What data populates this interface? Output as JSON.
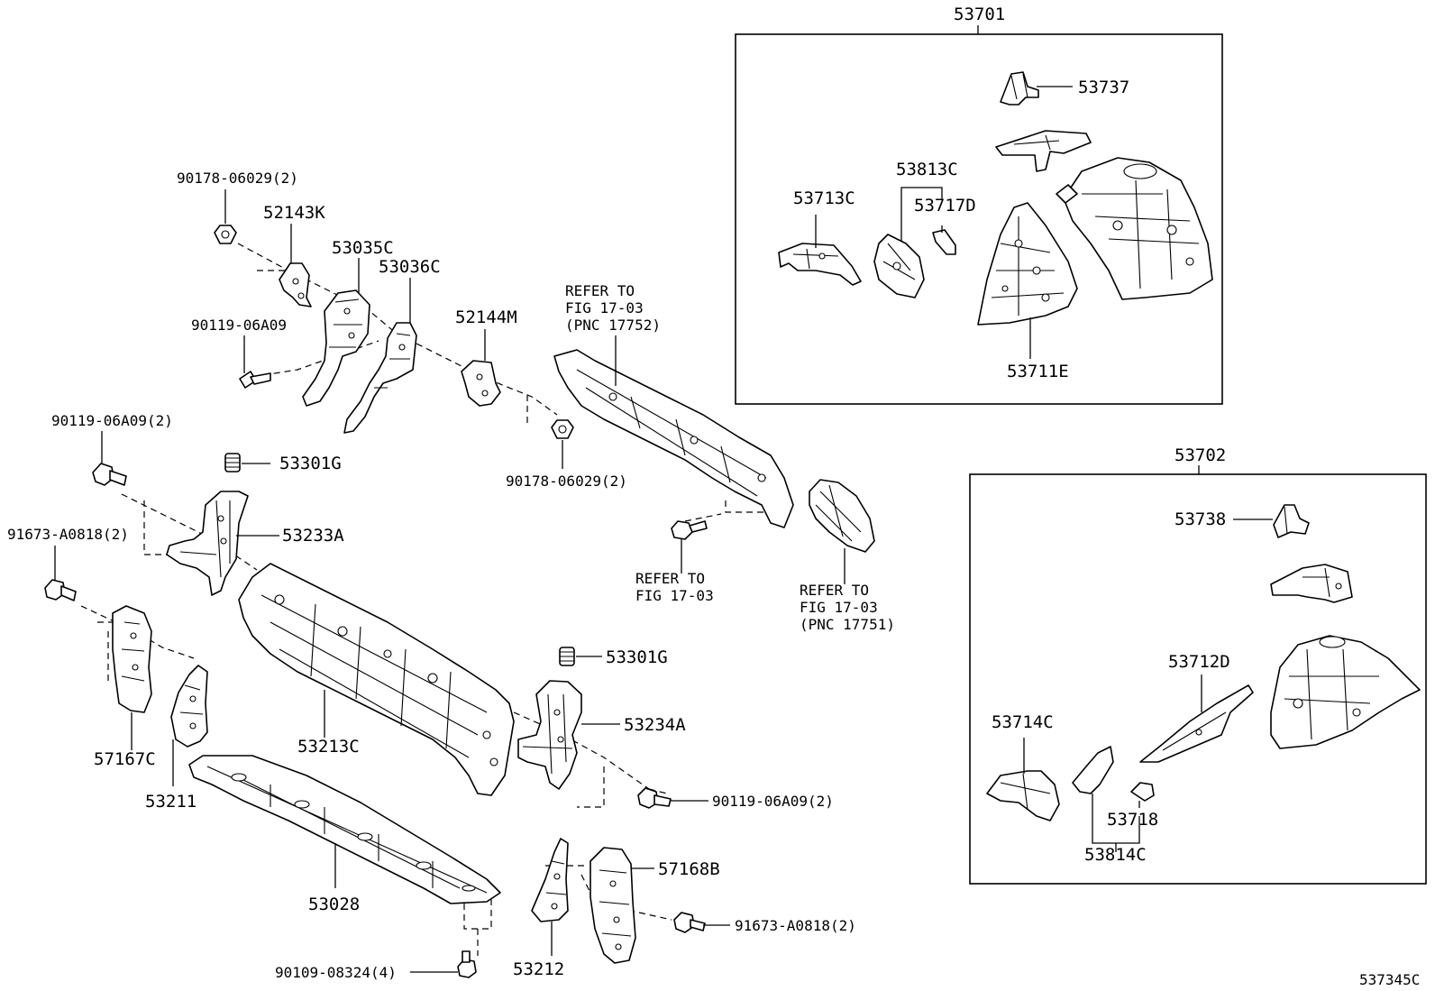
{
  "diagram_code": "537345C",
  "labels": {
    "p53701": "53701",
    "p53702": "53702",
    "p53737": "53737",
    "p53813C": "53813C",
    "p53713C": "53713C",
    "p53717D": "53717D",
    "p53711E": "53711E",
    "p53738": "53738",
    "p53712D": "53712D",
    "p53714C": "53714C",
    "p53718": "53718",
    "p53814C": "53814C",
    "p90178_top": "90178-06029(2)",
    "p52143K": "52143K",
    "p53035C": "53035C",
    "p53036C": "53036C",
    "p90119_mid": "90119-06A09",
    "p52144M": "52144M",
    "refer1_l1": "REFER TO",
    "refer1_l2": "FIG 17-03",
    "refer1_l3": "(PNC 17752)",
    "p90119_left": "90119-06A09(2)",
    "p53301G_top": "53301G",
    "p90178_mid": "90178-06029(2)",
    "p53233A": "53233A",
    "p91673_left": "91673-A0818(2)",
    "refer2_l1": "REFER TO",
    "refer2_l2": "FIG 17-03",
    "refer3_l1": "REFER TO",
    "refer3_l2": "FIG 17-03",
    "refer3_l3": "(PNC 17751)",
    "p53301G_right": "53301G",
    "p53234A": "53234A",
    "p57167C": "57167C",
    "p53213C": "53213C",
    "p53211": "53211",
    "p90119_right": "90119-06A09(2)",
    "p57168B": "57168B",
    "p53028": "53028",
    "p91673_right": "91673-A0818(2)",
    "p90109": "90109-08324(4)",
    "p53212": "53212"
  }
}
